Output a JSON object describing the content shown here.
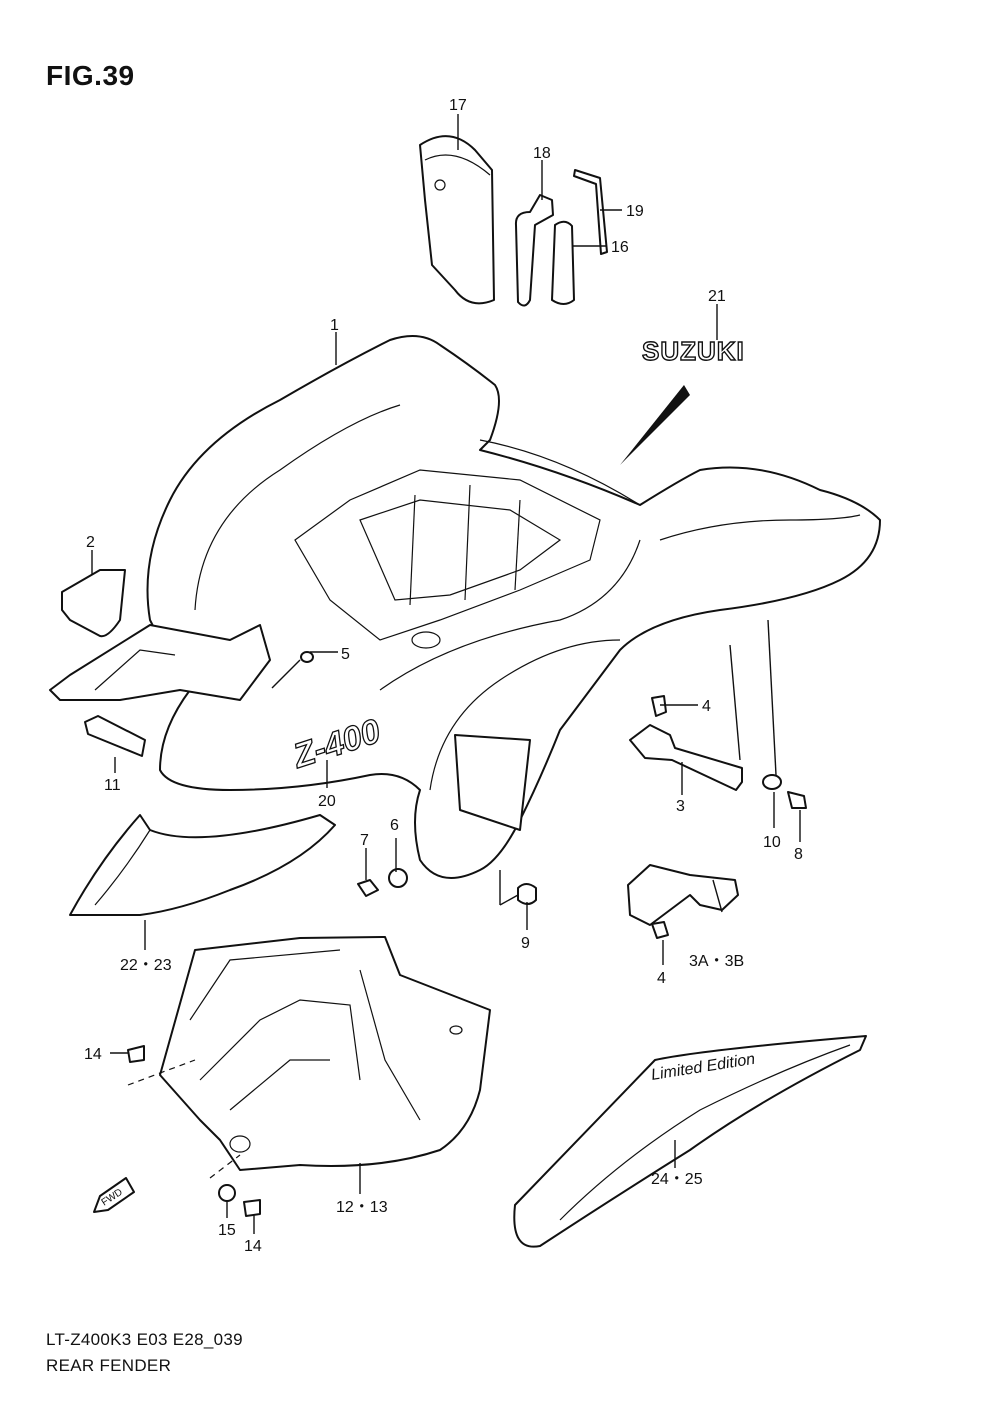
{
  "figure": {
    "title": "FIG.39"
  },
  "footer": {
    "model_code": "LT-Z400K3 E03 E28_039",
    "section_name": "REAR FENDER"
  },
  "decals": {
    "brand": "SUZUKI",
    "model_badge": "Z-400",
    "fwd_arrow": "FWD",
    "edition_text": "Limited Edition"
  },
  "callouts": {
    "c1": "1",
    "c2": "2",
    "c3": "3",
    "c3ab": "3A・3B",
    "c4a": "4",
    "c4b": "4",
    "c5": "5",
    "c6": "6",
    "c7": "7",
    "c8": "8",
    "c9": "9",
    "c10": "10",
    "c11": "11",
    "c12_13": "12・13",
    "c14a": "14",
    "c14b": "14",
    "c15": "15",
    "c16": "16",
    "c17": "17",
    "c18": "18",
    "c19": "19",
    "c20": "20",
    "c21": "21",
    "c22_23": "22・23",
    "c24_25": "24・25"
  },
  "colors": {
    "line": "#111111",
    "background": "#ffffff"
  }
}
